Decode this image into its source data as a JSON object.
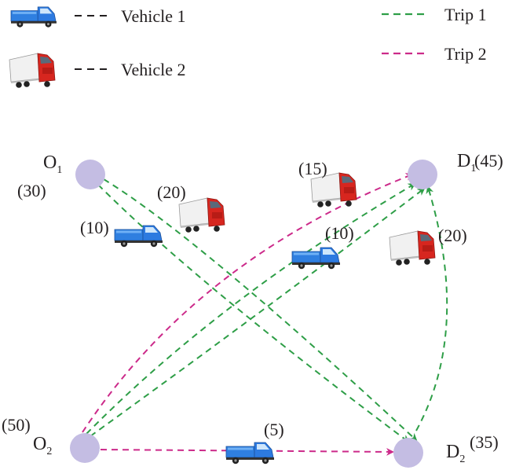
{
  "legend": {
    "vehicle1": {
      "label": "Vehicle 1",
      "icon": "blue-truck-icon"
    },
    "vehicle2": {
      "label": "Vehicle 2",
      "icon": "red-truck-icon"
    },
    "trip1": {
      "label": "Trip 1",
      "color": "#2e9e47"
    },
    "trip2": {
      "label": "Trip 2",
      "color": "#cc2a8a"
    }
  },
  "nodes": {
    "o1": {
      "letter": "O",
      "sub": "1",
      "value": "(30)"
    },
    "o2": {
      "letter": "O",
      "sub": "2",
      "value": "(50)"
    },
    "d1": {
      "letter": "D",
      "sub": "1",
      "value": "(45)"
    },
    "d2": {
      "letter": "D",
      "sub": "2",
      "value": "(35)"
    }
  },
  "flows": {
    "red_o1_d2": "(20)",
    "blue_o1_d2": "(10)",
    "red_o2_d1": "(15)",
    "blue_o2_d1": "(10)",
    "red_o2_d1_right": "(20)",
    "blue_o2_d2": "(5)"
  },
  "colors": {
    "node": "#c4bde3",
    "trip1": "#2e9e47",
    "trip2": "#cc2a8a",
    "legend_line": "#231f20",
    "truck_blue": "#1f6fd6",
    "truck_red": "#d7261f"
  }
}
